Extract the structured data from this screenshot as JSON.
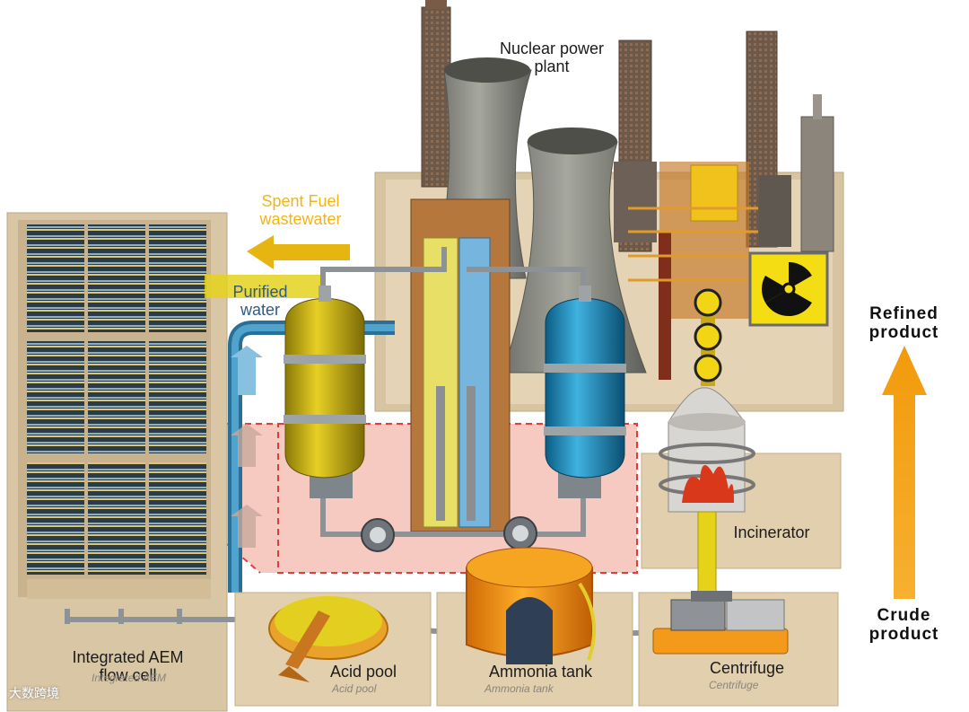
{
  "labels": {
    "nuclear_plant": [
      "Nuclear power",
      "plant"
    ],
    "spent_fuel": [
      "Spent Fuel",
      "wastewater"
    ],
    "purified_water": [
      "Purified",
      "water"
    ],
    "refined_product": [
      "Refined",
      "product"
    ],
    "crude_product": [
      "Crude",
      "product"
    ],
    "aem_cell": [
      "Integrated AEM",
      "flow cell"
    ],
    "acid_pool": "Acid pool",
    "ammonia_tank": "Ammonia tank",
    "centrifuge": "Centrifuge",
    "incinerator": "Incinerator"
  },
  "ghost_labels": {
    "aem_cell": "Integrated AEM",
    "acid_pool": "Acid pool",
    "ammonia_tank": "Ammonia tank",
    "centrifuge": "Centrifuge"
  },
  "watermark": "大数跨境",
  "colors": {
    "base_panel": "#e3d2b4",
    "base_shadow": "#c9b48f",
    "spent_arrow": "#e7b512",
    "refined_arrow": "#f3a012",
    "highlight_zone": "#f0a796",
    "acid_electrolyte": "#d9c21c",
    "base_electrolyte": "#1f8fc4",
    "cooling_tower": "#8e8f86"
  }
}
